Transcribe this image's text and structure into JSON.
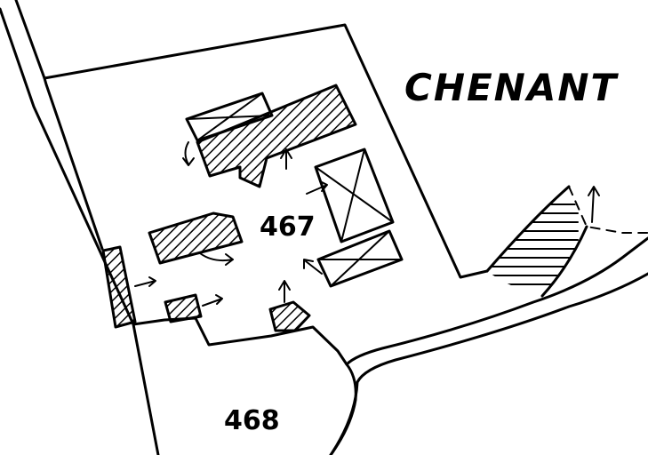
{
  "map": {
    "place_name": "CHENANT",
    "parcels": [
      {
        "id": "467",
        "label": "467"
      },
      {
        "id": "468",
        "label": "468"
      }
    ],
    "colors": {
      "ink": "#000000",
      "paper": "#ffffff"
    }
  }
}
